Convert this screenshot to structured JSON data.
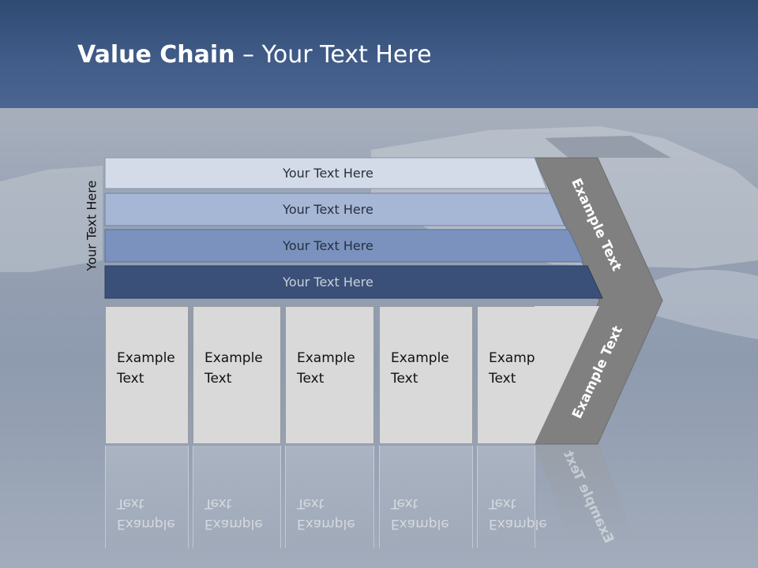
{
  "title": {
    "bold": "Value Chain",
    "rest": " – Your Text Here"
  },
  "vertical_label": "Your Text Here",
  "rows": [
    {
      "label": "Your Text Here",
      "color": "#d4dbe8"
    },
    {
      "label": "Your Text Here",
      "color": "#a6b6d5"
    },
    {
      "label": "Your Text Here",
      "color": "#7a92bd"
    },
    {
      "label": "Your Text Here",
      "color": "#3b5078"
    }
  ],
  "boxes": [
    {
      "line1": "Example",
      "line2": "Text"
    },
    {
      "line1": "Example",
      "line2": "Text"
    },
    {
      "line1": "Example",
      "line2": "Text"
    },
    {
      "line1": "Example",
      "line2": "Text"
    },
    {
      "line1": "Example",
      "line2": "Text"
    }
  ],
  "chevron": {
    "upper": "Example Text",
    "lower": "Example Text",
    "color": "#808080"
  },
  "colors": {
    "header": "#3a5580",
    "box": "#d9d9d9"
  }
}
